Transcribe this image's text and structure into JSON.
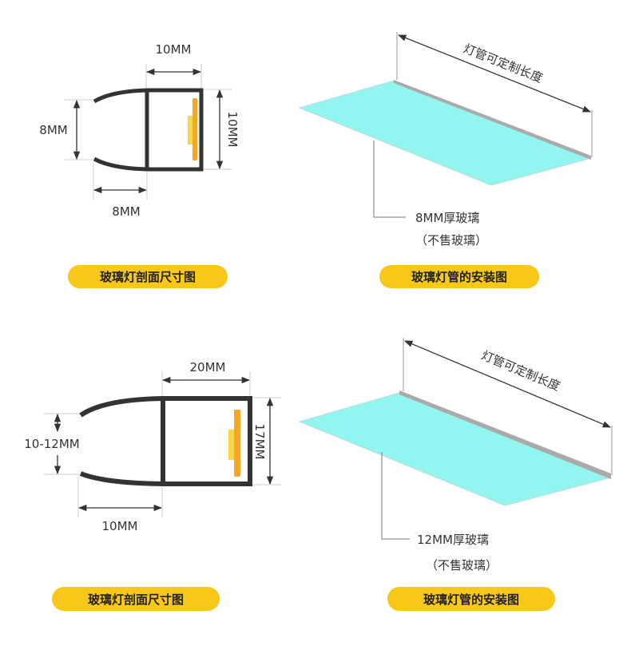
{
  "colors": {
    "badge": "#f7c71a",
    "glass": "#93f5f0",
    "profile": "#333333",
    "led_strip": "#f5a623",
    "led_chip": "#f7d64a"
  },
  "top_section": {
    "profile": {
      "width_label": "10MM",
      "height_label": "10MM",
      "opening_label": "8MM",
      "lip_label": "8MM"
    },
    "install": {
      "length_label": "灯管可定制长度",
      "glass_label": "8MM厚玻璃",
      "note": "（不售玻璃）"
    },
    "badge_profile": "玻璃灯剖面尺寸图",
    "badge_install": "玻璃灯管的安装图"
  },
  "bottom_section": {
    "profile": {
      "width_label": "20MM",
      "height_label": "17MM",
      "opening_label": "10-12MM",
      "lip_label": "10MM"
    },
    "install": {
      "length_label": "灯管可定制长度",
      "glass_label": "12MM厚玻璃",
      "note": "（不售玻璃）"
    },
    "badge_profile": "玻璃灯剖面尺寸图",
    "badge_install": "玻璃灯管的安装图"
  }
}
